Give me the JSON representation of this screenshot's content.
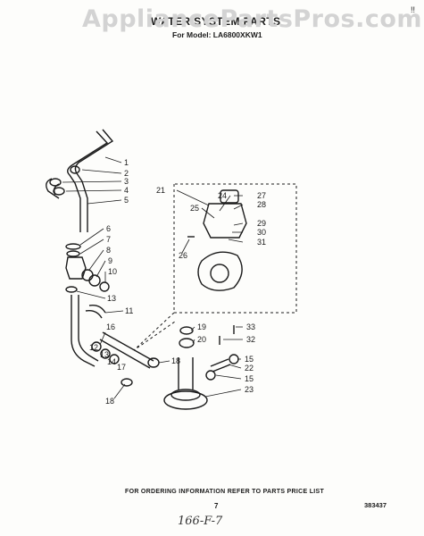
{
  "watermark": "AppliancePartsPros.com",
  "header": {
    "title": "WATER SYSTEM PARTS",
    "subtitle": "For Model: LA6800XKW1"
  },
  "corner_mark": "!!",
  "callouts": {
    "c1": "1",
    "c2": "2",
    "c3": "3",
    "c4": "4",
    "c5": "5",
    "c6": "6",
    "c7": "7",
    "c8": "8",
    "c9": "9",
    "c10": "10",
    "c11": "11",
    "c12": "12",
    "c13a": "13",
    "c13b": "13",
    "c14": "14",
    "c15a": "15",
    "c15b": "15",
    "c16": "16",
    "c17": "17",
    "c18a": "18",
    "c18b": "18",
    "c19": "19",
    "c20": "20",
    "c21": "21",
    "c22": "22",
    "c23": "23",
    "c24": "24",
    "c25": "25",
    "c26": "26",
    "c27": "27",
    "c28": "28",
    "c29": "29",
    "c30": "30",
    "c31": "31",
    "c32": "32",
    "c33": "33"
  },
  "footer": {
    "note": "FOR ORDERING INFORMATION REFER TO PARTS PRICE LIST",
    "page_number": "7",
    "catalog_number": "383437",
    "handwritten": "166-F-7"
  }
}
